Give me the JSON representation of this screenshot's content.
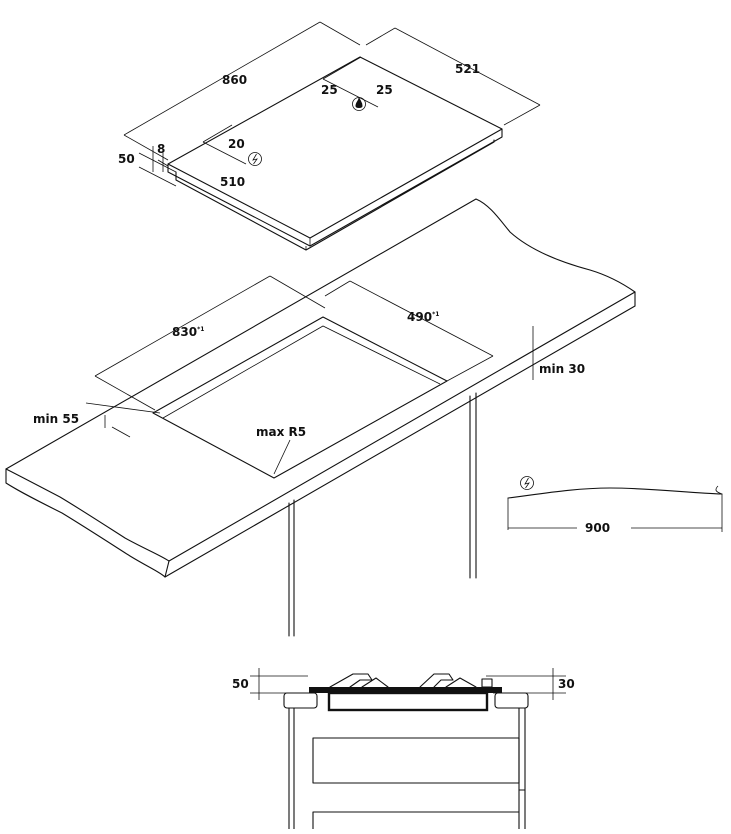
{
  "hob": {
    "width": "860",
    "depth": "521",
    "height": "50",
    "glass_thickness": "8",
    "gas_offset_left": "25",
    "gas_offset_right": "25",
    "elec_offset_top": "20",
    "elec_offset_bottom": "510"
  },
  "cutout": {
    "width": "830",
    "width_note": "*1",
    "depth": "490",
    "depth_note": "*1",
    "front_margin": "min 55",
    "worktop_thickness": "min 30",
    "corner_radius": "max R5"
  },
  "cable": {
    "length": "900"
  },
  "side_view": {
    "left_height": "50",
    "right_height": "30"
  },
  "icons": {
    "gas": "gas-flame-icon",
    "electric": "electric-supply-icon"
  }
}
